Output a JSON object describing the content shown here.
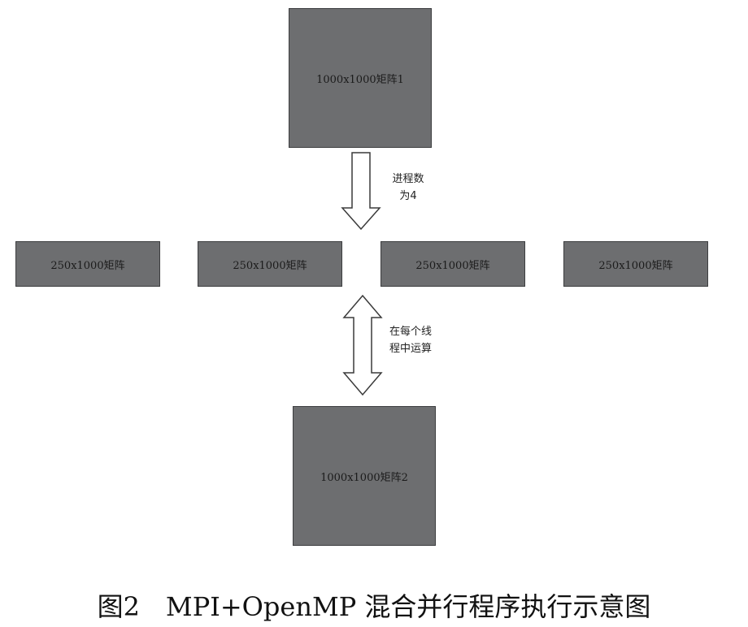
{
  "diagram": {
    "matrix_top": "1000x1000矩阵1",
    "matrix_bottom": "1000x1000矩阵2",
    "submatrices": [
      "250x1000矩阵",
      "250x1000矩阵",
      "250x1000矩阵",
      "250x1000矩阵"
    ],
    "process_note_line1": "进程数",
    "process_note_line2": "为4",
    "thread_note_line1": "在每个线",
    "thread_note_line2": "程中运算",
    "caption": "图2　MPI+OpenMP 混合并行程序执行示意图"
  },
  "colors": {
    "box_fill": "#6d6e70",
    "box_border": "#3c3d3f",
    "arrow_stroke": "#3a3a3a"
  }
}
